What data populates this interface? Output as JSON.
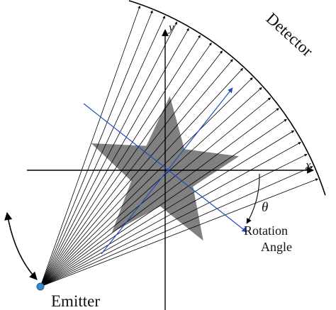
{
  "labels": {
    "detector": "Detector",
    "emitter": "Emitter",
    "rotation_line1": "Rotation",
    "rotation_line2": "Angle",
    "theta": "θ",
    "x_axis": "x",
    "y_axis": "y"
  },
  "colors": {
    "ray": "#000000",
    "axis": "#000000",
    "object": "#808080",
    "rotated_axis": "#1f4fbf",
    "emitter_dot": "#3a86c8",
    "detector_arc": "#000000"
  },
  "diagram": {
    "ray_count": 20,
    "object_shape": "five-point star",
    "object_rotation_deg": 5
  }
}
